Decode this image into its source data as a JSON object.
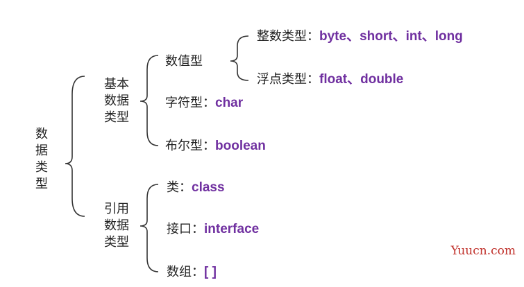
{
  "root": {
    "chars": [
      "数",
      "据",
      "类",
      "型"
    ]
  },
  "branches": {
    "basic": {
      "label_lines": [
        "基本",
        "数据",
        "类型"
      ],
      "numeric": {
        "label": "数值型",
        "integer": {
          "label": "整数类型：",
          "value": "byte、short、int、long"
        },
        "float": {
          "label": "浮点类型：",
          "value": "float、double"
        }
      },
      "char": {
        "label": "字符型：",
        "value": "char"
      },
      "bool": {
        "label": "布尔型：",
        "value": "boolean"
      }
    },
    "reference": {
      "label_lines": [
        "引用",
        "数据",
        "类型"
      ],
      "class": {
        "label": "类：",
        "value": "class"
      },
      "interface": {
        "label": "接口：",
        "value": "interface"
      },
      "array": {
        "label": "数组：",
        "value": "[ ]"
      }
    }
  },
  "watermark": "Yuucn.com",
  "colors": {
    "keyword": "#7030a0",
    "text": "#222222",
    "bracket": "#333333",
    "watermark": "#c0302a"
  }
}
